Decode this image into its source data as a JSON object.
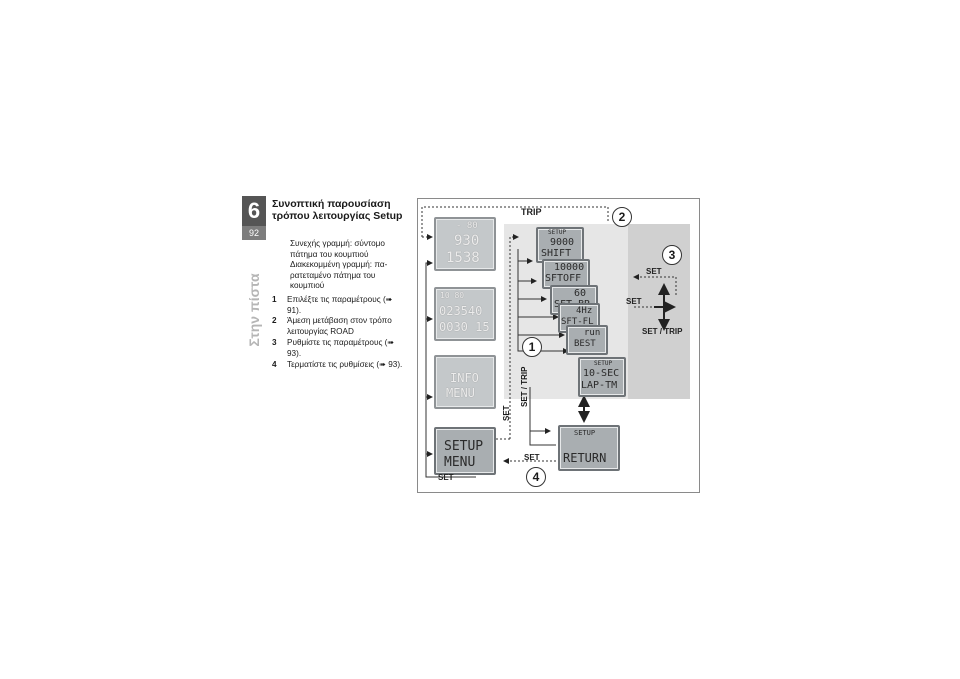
{
  "chapter": {
    "number": "6",
    "page": "92",
    "side_title": "Στην πίστα"
  },
  "heading": "Συνοπτική παρουσίαση τρόπου λειτουργίας Setup",
  "legend": {
    "solid": "Συνεχής γραμμή: σύντομο πάτημα του κουμπιού",
    "dashed": "Διακεκομμένη γραμμή: πα-ρατεταμένο πάτημα του κουμπιού"
  },
  "items": [
    {
      "num": "1",
      "text": "Επιλέξτε τις παραμέτρους (➠ 91)."
    },
    {
      "num": "2",
      "text": "Άμεση μετάβαση στον τρόπο λειτουργίας ROAD"
    },
    {
      "num": "3",
      "text": "Ρυθμίστε τις παραμέτρους (➠ 93)."
    },
    {
      "num": "4",
      "text": "Τερματίστε τις ρυθμίσεις (➠ 93)."
    }
  ],
  "figure": {
    "labels": {
      "trip": "TRIP",
      "set": "SET",
      "set_trip": "SET / TRIP"
    },
    "callouts": [
      "1",
      "2",
      "3",
      "4"
    ],
    "display1": {
      "top": "- 80",
      "mid": "930",
      "bot": "1538"
    },
    "display2": {
      "top": "10   80",
      "mid": "023540",
      "bot": "0030 15"
    },
    "display3": {
      "line1": "INFO",
      "line2": "MENU"
    },
    "display4": {
      "line1": "SETUP",
      "line2": "MENU"
    },
    "setup_stack": [
      {
        "head": "SETUP",
        "top": "9000",
        "bot": "SHIFT"
      },
      {
        "top": "10000",
        "bot": "SFTOFF"
      },
      {
        "top": "60",
        "bot": "SFT-BR"
      },
      {
        "top": "4Hz",
        "bot": "SFT-FL"
      },
      {
        "top": "run",
        "bot": "BEST"
      }
    ],
    "lap": {
      "head": "SETUP",
      "top": "10-SEC",
      "bot": "LAP-TM"
    },
    "return": {
      "head": "SETUP",
      "bot": "RETURN"
    }
  },
  "colors": {
    "lcd": "#c4c8ca",
    "panel": "#d8d8d8",
    "tab": "#555555"
  }
}
